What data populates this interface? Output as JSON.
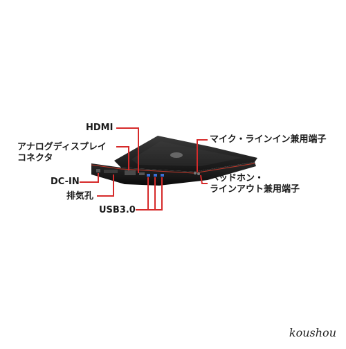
{
  "labels": {
    "hdmi": "HDMI",
    "analog_line1": "アナログディスプレイ",
    "analog_line2": "コネクタ",
    "dcin": "DC-IN",
    "vent": "排気孔",
    "usb": "USB3.0",
    "mic_line": "マイク・ラインイン兼用端子",
    "headphone_line1": "ヘッドホン・",
    "headphone_line2": "ラインアウト兼用端子"
  },
  "watermark": "koushou",
  "colors": {
    "leader": "#d62a2a",
    "laptop_top": "#2a2a2a",
    "laptop_edge": "#101010",
    "accent_trim": "#c0392b"
  }
}
